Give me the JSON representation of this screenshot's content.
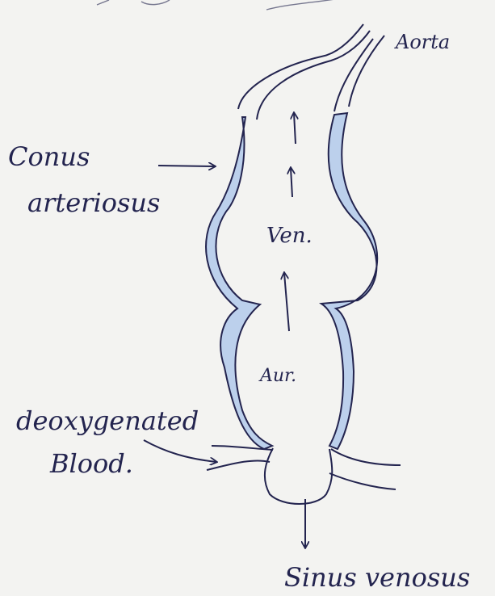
{
  "diagram": {
    "colors": {
      "ink": "#23244f",
      "wall_fill": "#bcd0ec",
      "paper": "#f3f3f1"
    },
    "labels": {
      "aorta": "Aorta",
      "conus_line1": "Conus",
      "conus_line2": "arteriosus",
      "ventricle": "Ven.",
      "auricle": "Aur.",
      "deoxy_line1": "deoxygenated",
      "deoxy_line2": "Blood.",
      "sinus": "Sinus venosus"
    }
  }
}
